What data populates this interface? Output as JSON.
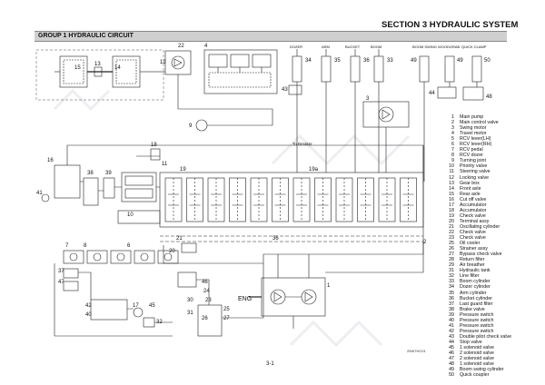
{
  "header": {
    "section_title": "SECTION 3 HYDRAULIC SYSTEM",
    "group_title": "GROUP 1 HYDRAULIC CIRCUIT"
  },
  "legend": {
    "items": [
      {
        "num": "1",
        "label": "Main pump"
      },
      {
        "num": "2",
        "label": "Main control valve"
      },
      {
        "num": "3",
        "label": "Swing motor"
      },
      {
        "num": "4",
        "label": "Travel motor"
      },
      {
        "num": "5",
        "label": "RCV lever(LH)"
      },
      {
        "num": "6",
        "label": "RCV lever(RH)"
      },
      {
        "num": "7",
        "label": "RCV pedal"
      },
      {
        "num": "8",
        "label": "RCV dozer"
      },
      {
        "num": "9",
        "label": "Turning joint"
      },
      {
        "num": "10",
        "label": "Priority valve"
      },
      {
        "num": "11",
        "label": "Steering valve"
      },
      {
        "num": "12",
        "label": "Locking valve"
      },
      {
        "num": "13",
        "label": "Gear box"
      },
      {
        "num": "14",
        "label": "Front axle"
      },
      {
        "num": "15",
        "label": "Rear axle"
      },
      {
        "num": "16",
        "label": "Cut off valve"
      },
      {
        "num": "17",
        "label": "Accumulator"
      },
      {
        "num": "18",
        "label": "Accumulator"
      },
      {
        "num": "19",
        "label": "Check valve"
      },
      {
        "num": "20",
        "label": "Terminal assy"
      },
      {
        "num": "21",
        "label": "Oscillating cylinder"
      },
      {
        "num": "22",
        "label": "Check valve"
      },
      {
        "num": "23",
        "label": "Check valve"
      },
      {
        "num": "25",
        "label": "Oil cooler"
      },
      {
        "num": "26",
        "label": "Strainer assy"
      },
      {
        "num": "27",
        "label": "Bypass check valve"
      },
      {
        "num": "28",
        "label": "Return filter"
      },
      {
        "num": "29",
        "label": "Air breather"
      },
      {
        "num": "31",
        "label": "Hydraulic tank"
      },
      {
        "num": "32",
        "label": "Line filter"
      },
      {
        "num": "33",
        "label": "Boom cylinder"
      },
      {
        "num": "34",
        "label": "Dozer cylinder"
      },
      {
        "num": "35",
        "label": "Arm cylinder"
      },
      {
        "num": "36",
        "label": "Bucket cylinder"
      },
      {
        "num": "37",
        "label": "Last guard filter"
      },
      {
        "num": "38",
        "label": "Brake valve"
      },
      {
        "num": "39",
        "label": "Pressure switch"
      },
      {
        "num": "40",
        "label": "Pressure switch"
      },
      {
        "num": "41",
        "label": "Pressure switch"
      },
      {
        "num": "42",
        "label": "Pressure switch"
      },
      {
        "num": "43",
        "label": "Double pilot check valve"
      },
      {
        "num": "44",
        "label": "Stop valve"
      },
      {
        "num": "45",
        "label": "1 solenoid valve"
      },
      {
        "num": "46",
        "label": "2 solenoid valve"
      },
      {
        "num": "47",
        "label": "2 solenoid valve"
      },
      {
        "num": "48",
        "label": "1 solenoid valve"
      },
      {
        "num": "49",
        "label": "Boom swing cylinder"
      },
      {
        "num": "50",
        "label": "Quick coupler"
      }
    ]
  },
  "actuator_labels": {
    "dozer": "DOZER",
    "arm": "ARM",
    "bucket": "BUCKET",
    "boom": "BOOM",
    "boom_swing": "BOOM SWING",
    "woodgrab": "WOODGRAB",
    "quick_clamp": "QUICK CLAMP"
  },
  "actuator_numbers": {
    "dozer": "34",
    "arm": "35",
    "bucket": "36",
    "boom": "33",
    "boom_swing": "49",
    "woodgrab": "49",
    "quick_clamp": "50"
  },
  "callouts": {
    "n1": "1",
    "n2": "2",
    "n3": "3",
    "n4": "4",
    "n6": "6",
    "n7": "7",
    "n8": "8",
    "n9": "9",
    "n10": "10",
    "n11": "11",
    "n12": "12",
    "n13": "13",
    "n14": "14",
    "n15": "15",
    "n16": "16",
    "n17": "17",
    "n18": "18",
    "n19": "19",
    "n19a": "19a",
    "n20": "20",
    "n21": "21",
    "n22": "22",
    "n23": "23",
    "n24": "24",
    "n25": "25",
    "n26": "26",
    "n27": "27",
    "n30": "30",
    "n31": "31",
    "n32": "32",
    "n36": "36",
    "n37": "37",
    "n38": "38",
    "n39": "39",
    "n40": "40",
    "n41": "41",
    "n42": "42",
    "n43": "43",
    "n44": "44",
    "n45": "45",
    "n46": "46",
    "n47": "47",
    "n48": "48",
    "n49": "49",
    "n50": "50"
  },
  "annotations": {
    "to_breaker": "To Breaker",
    "eng": "ENG",
    "drawing_code": "25W7HC01",
    "page_number": "3-1"
  }
}
